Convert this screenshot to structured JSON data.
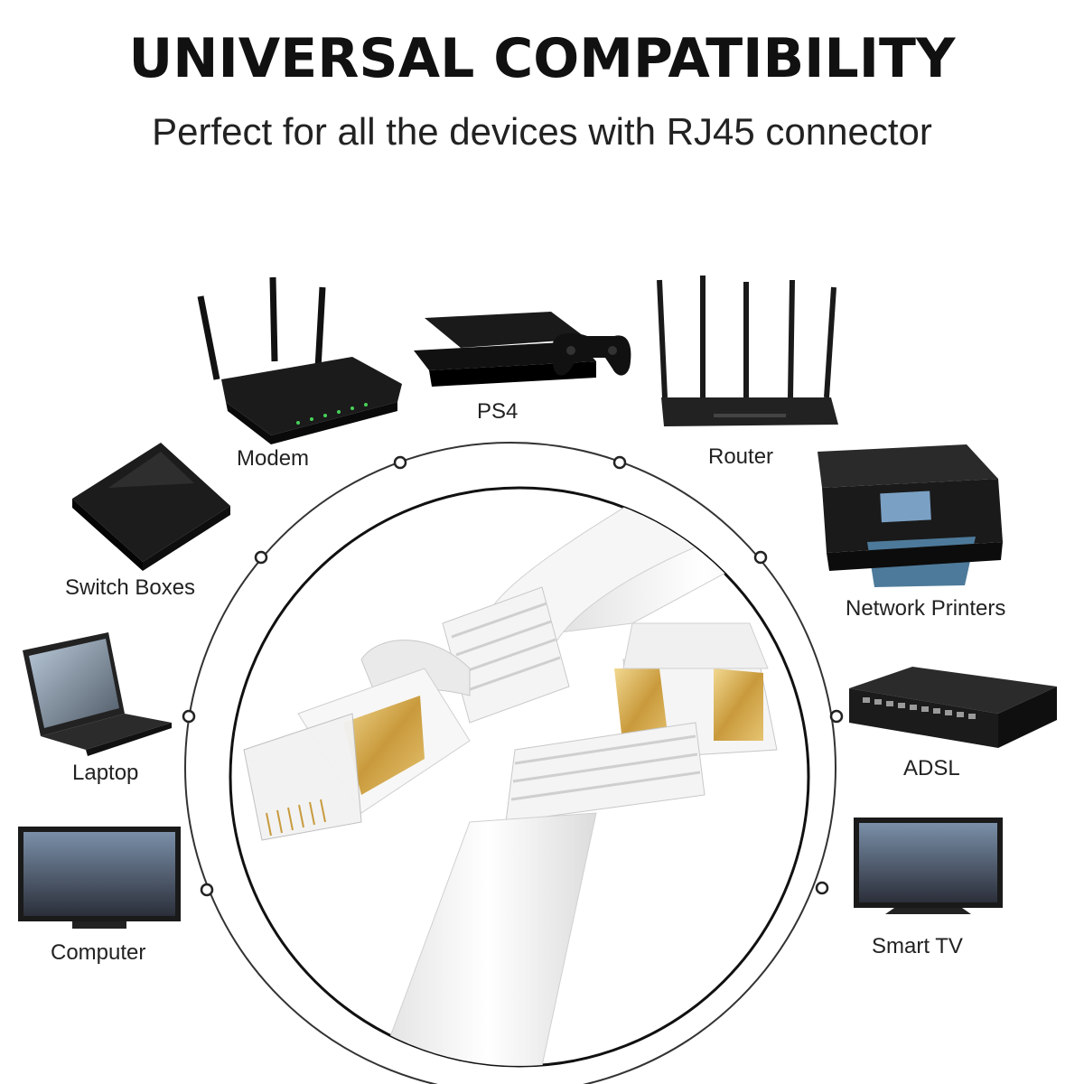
{
  "header": {
    "title": "UNIVERSAL COMPATIBILITY",
    "subtitle": "Perfect for all the devices with RJ45 connector"
  },
  "devices": {
    "modem": "Modem",
    "ps4": "PS4",
    "router": "Router",
    "switch_boxes": "Switch Boxes",
    "network_printers": "Network Printers",
    "laptop": "Laptop",
    "adsl": "ADSL",
    "computer": "Computer",
    "smart_tv": "Smart TV"
  },
  "colors": {
    "text": "#222222",
    "device_black": "#141414",
    "cable_white": "#f4f4f4",
    "gold": "#d8b15a"
  }
}
